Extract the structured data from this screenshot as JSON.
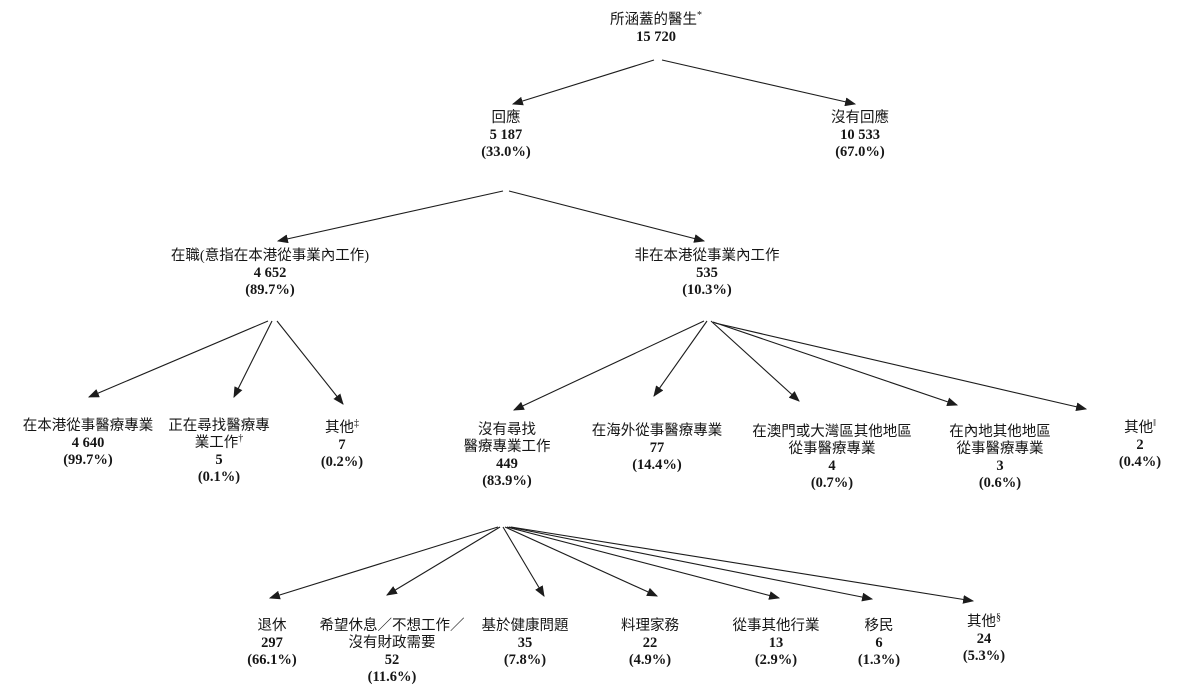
{
  "figure": {
    "kind": "flowchart",
    "background_color": "#ffffff",
    "line_color": "#1c1c1c",
    "text_color": "#161616"
  },
  "nodes": {
    "covered_doctors": {
      "label": "所涵蓋的醫生",
      "sup": "*",
      "value": "15 720"
    },
    "responded": {
      "label": "回應",
      "value": "5 187",
      "pct": "(33.0%)"
    },
    "no_response": {
      "label": "沒有回應",
      "value": "10 533",
      "pct": "(67.0%)"
    },
    "working_in_profession": {
      "label": "在職(意指在本港從事業內工作)",
      "value": "4 652",
      "pct": "(89.7%)"
    },
    "not_working_in_hk": {
      "label": "非在本港從事業內工作",
      "value": "535",
      "pct": "(10.3%)"
    },
    "practising_in_hk": {
      "label": "在本港從事醫療專業",
      "value": "4 640",
      "pct": "(99.7%)"
    },
    "seeking_medical_job": {
      "label_line1": "正在尋找醫療專",
      "label_line2": "業工作",
      "sup": "†",
      "value": "5",
      "pct": "(0.1%)"
    },
    "others_working": {
      "label": "其他",
      "sup": "‡",
      "value": "7",
      "pct": "(0.2%)"
    },
    "not_seeking_medical_job": {
      "label_line1": "沒有尋找",
      "label_line2": "醫療專業工作",
      "value": "449",
      "pct": "(83.9%)"
    },
    "practising_overseas": {
      "label": "在海外從事醫療專業",
      "value": "77",
      "pct": "(14.4%)"
    },
    "practising_macao_gba": {
      "label_line1": "在澳門或大灣區其他地區",
      "label_line2": "從事醫療專業",
      "value": "4",
      "pct": "(0.7%)"
    },
    "practising_mainland": {
      "label_line1": "在內地其他地區",
      "label_line2": "從事醫療專業",
      "value": "3",
      "pct": "(0.6%)"
    },
    "others_not_working": {
      "label": "其他",
      "sup": "‖",
      "value": "2",
      "pct": "(0.4%)"
    },
    "retired": {
      "label": "退休",
      "value": "297",
      "pct": "(66.1%)"
    },
    "wish_to_rest": {
      "label_line1": "希望休息／不想工作／",
      "label_line2": "沒有財政需要",
      "value": "52",
      "pct": "(11.6%)"
    },
    "health_problem": {
      "label": "基於健康問題",
      "value": "35",
      "pct": "(7.8%)"
    },
    "housework": {
      "label": "料理家務",
      "value": "22",
      "pct": "(4.9%)"
    },
    "other_industry": {
      "label": "從事其他行業",
      "value": "13",
      "pct": "(2.9%)"
    },
    "emigrated": {
      "label": "移民",
      "value": "6",
      "pct": "(1.3%)"
    },
    "others_not_seeking": {
      "label": "其他",
      "sup": "§",
      "value": "24",
      "pct": "(5.3%)"
    }
  },
  "edges": [
    {
      "from": "covered_doctors",
      "to": "responded"
    },
    {
      "from": "covered_doctors",
      "to": "no_response"
    },
    {
      "from": "responded",
      "to": "working_in_profession"
    },
    {
      "from": "responded",
      "to": "not_working_in_hk"
    },
    {
      "from": "working_in_profession",
      "to": "practising_in_hk"
    },
    {
      "from": "working_in_profession",
      "to": "seeking_medical_job"
    },
    {
      "from": "working_in_profession",
      "to": "others_working"
    },
    {
      "from": "not_working_in_hk",
      "to": "not_seeking_medical_job"
    },
    {
      "from": "not_working_in_hk",
      "to": "practising_overseas"
    },
    {
      "from": "not_working_in_hk",
      "to": "practising_macao_gba"
    },
    {
      "from": "not_working_in_hk",
      "to": "practising_mainland"
    },
    {
      "from": "not_working_in_hk",
      "to": "others_not_working"
    },
    {
      "from": "not_seeking_medical_job",
      "to": "retired"
    },
    {
      "from": "not_seeking_medical_job",
      "to": "wish_to_rest"
    },
    {
      "from": "not_seeking_medical_job",
      "to": "health_problem"
    },
    {
      "from": "not_seeking_medical_job",
      "to": "housework"
    },
    {
      "from": "not_seeking_medical_job",
      "to": "other_industry"
    },
    {
      "from": "not_seeking_medical_job",
      "to": "emigrated"
    },
    {
      "from": "not_seeking_medical_job",
      "to": "others_not_seeking"
    }
  ]
}
